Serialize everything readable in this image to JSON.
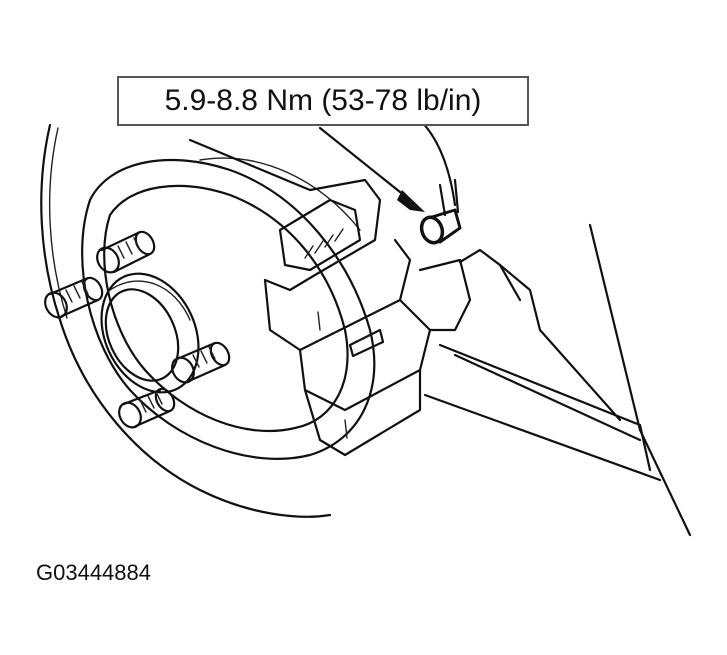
{
  "diagram": {
    "subject": "rear brake disc, hub and caliper with bleeder screw",
    "callout": {
      "label": "5.9-8.8 Nm (53-78 lb/in)",
      "target": "bleeder-screw"
    },
    "figure_id": "G03444884",
    "colors": {
      "line": "#111111",
      "callout_border": "#555555",
      "background": "#ffffff"
    }
  }
}
